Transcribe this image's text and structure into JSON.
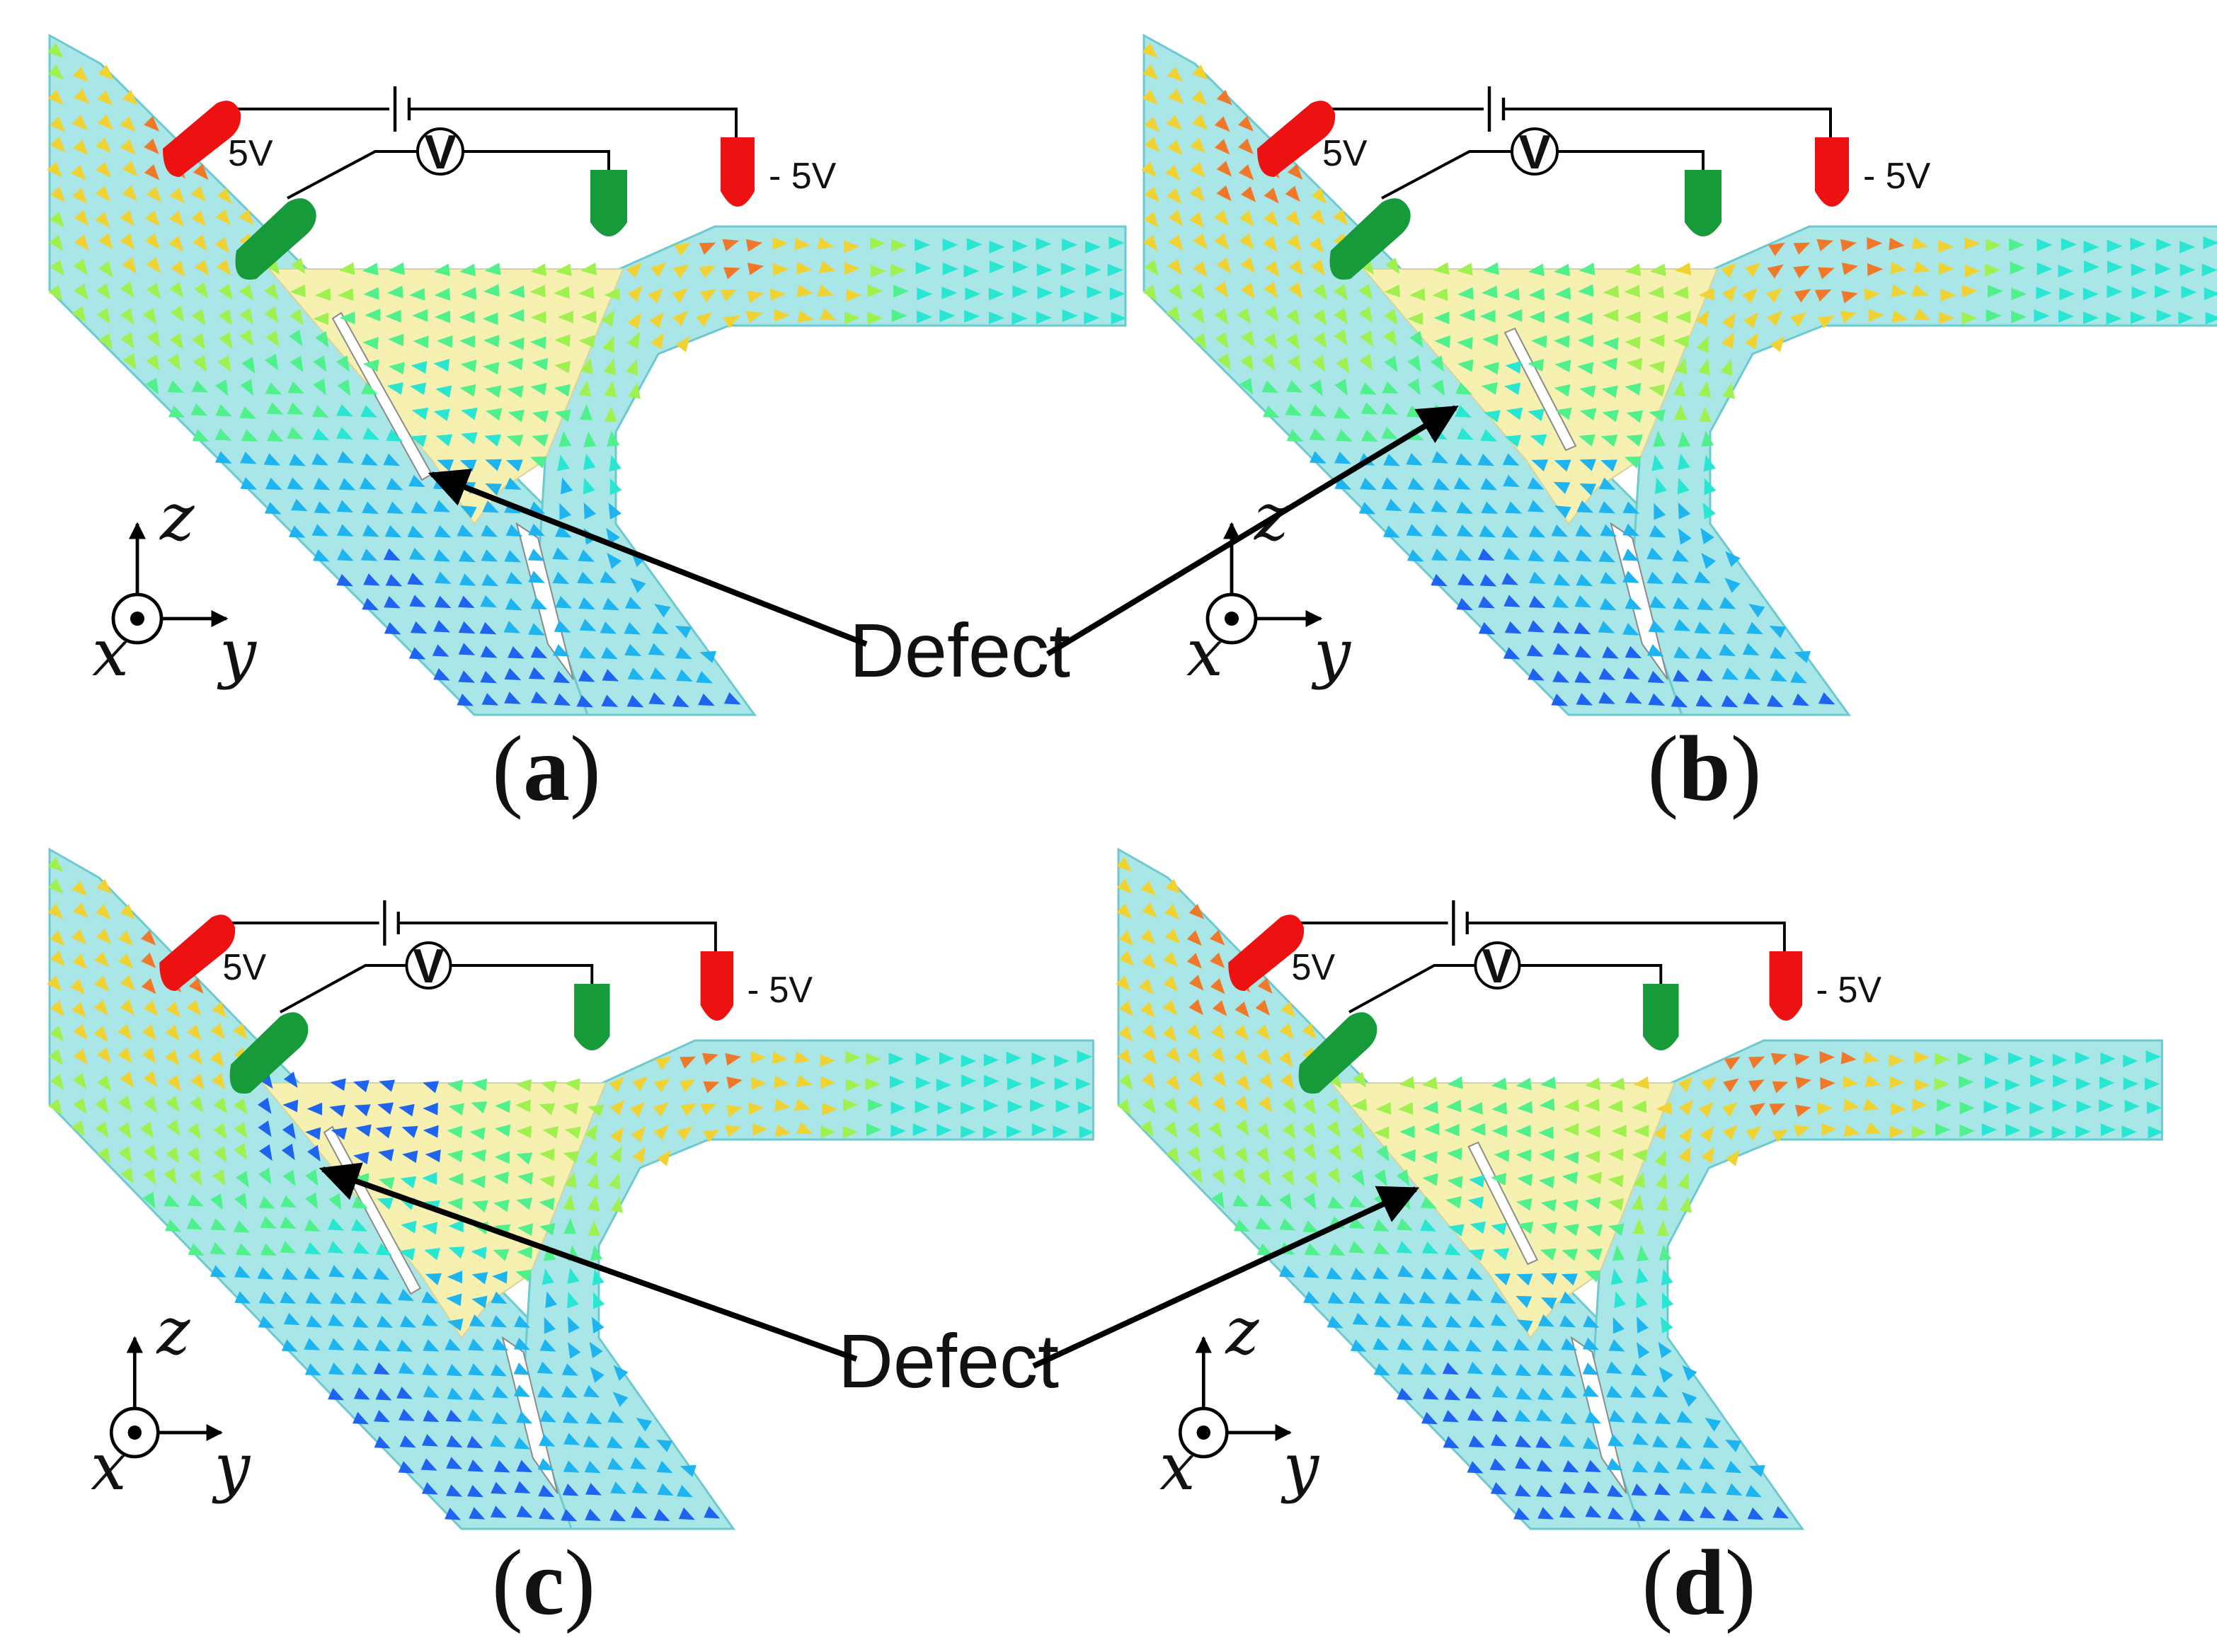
{
  "figure": {
    "panels": [
      {
        "id": "a",
        "caption_letter": "a",
        "top_electrode_label": "5V",
        "right_electrode_label": "- 5V",
        "voltmeter_label": "V",
        "field_variant": "a"
      },
      {
        "id": "b",
        "caption_letter": "b",
        "top_electrode_label": "5V",
        "right_electrode_label": "- 5V",
        "voltmeter_label": "V",
        "field_variant": "b"
      },
      {
        "id": "c",
        "caption_letter": "c",
        "top_electrode_label": "5V",
        "right_electrode_label": "- 5V",
        "voltmeter_label": "V",
        "field_variant": "c"
      },
      {
        "id": "d",
        "caption_letter": "d",
        "top_electrode_label": "5V",
        "right_electrode_label": "- 5V",
        "voltmeter_label": "V",
        "field_variant": "d"
      }
    ],
    "annotations": [
      {
        "label": "Defect"
      },
      {
        "label": "Defect"
      }
    ],
    "axes_labels": {
      "z": "z",
      "x": "x",
      "y": "y"
    },
    "colors": {
      "positive_electrode": "#ee1111",
      "sense_electrode": "#169a3a",
      "weld_region": "#f6f1b0",
      "plate_fill": "#a9e6e8",
      "arrow_scale": [
        "#1414e0",
        "#1e64f0",
        "#1eb4f0",
        "#28e6d2",
        "#50f08c",
        "#a0f050",
        "#f0d232",
        "#f07828"
      ]
    }
  }
}
